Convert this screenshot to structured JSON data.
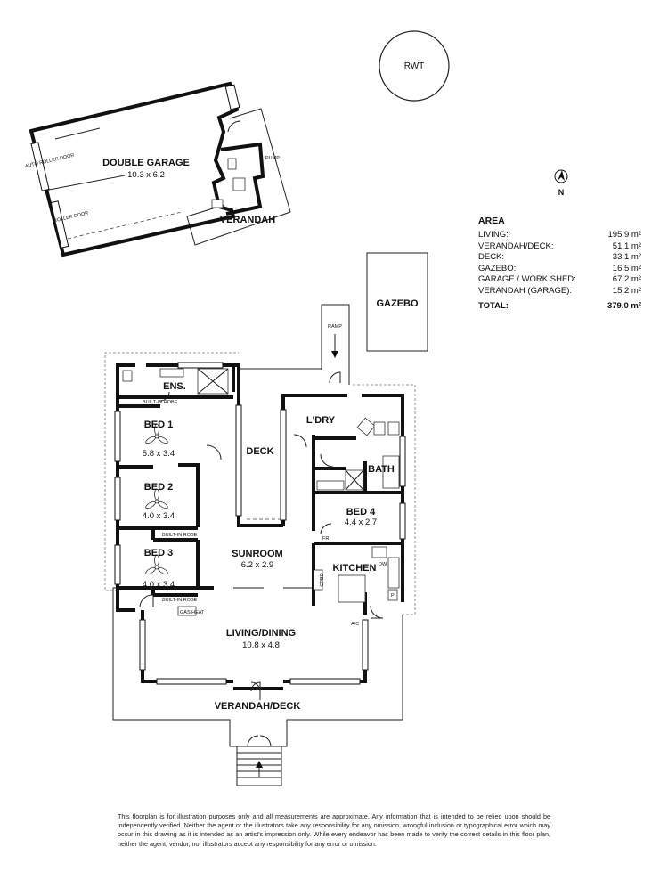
{
  "site": {
    "tank_label": "RWT",
    "north_label": "N"
  },
  "garage": {
    "name": "DOUBLE GARAGE",
    "size": "10.3 x 6.2",
    "verandah": "VERANDAH",
    "pump": "PUMP",
    "auto_roller_door": "AUTO ROLLER DOOR",
    "roller_door": "ROLLER DOOR"
  },
  "gazebo": {
    "name": "GAZEBO"
  },
  "ramp": {
    "name": "RAMP"
  },
  "rooms": {
    "ens": "ENS.",
    "built_in_robe": "BUILT-IN ROBE",
    "bed1": {
      "name": "BED 1",
      "size": "5.8 x 3.4"
    },
    "bed2": {
      "name": "BED 2",
      "size": "4.0 x 3.4"
    },
    "bed3": {
      "name": "BED 3",
      "size": "4.0 x 3.4"
    },
    "deck": "DECK",
    "ldry": "L'DRY",
    "bath": "BATH",
    "bed4": {
      "name": "BED 4",
      "size": "4.4 x 2.7"
    },
    "sunroom": {
      "name": "SUNROOM",
      "size": "6.2 x 2.9"
    },
    "kitchen": "KITCHEN",
    "living": {
      "name": "LIVING/DINING",
      "size": "10.8 x 4.8"
    },
    "verandah_deck": "VERANDAH/DECK",
    "fr": "FR",
    "cpbd": "CPBD",
    "dw": "DW",
    "p": "P",
    "ac": "A/C",
    "gas_heat": "GAS HEAT"
  },
  "area": {
    "heading": "AREA",
    "rows": [
      {
        "label": "LIVING:",
        "value": "195.9 m²"
      },
      {
        "label": "VERANDAH/DECK:",
        "value": "51.1 m²"
      },
      {
        "label": "DECK:",
        "value": "33.1 m²"
      },
      {
        "label": "GAZEBO:",
        "value": "16.5 m²"
      },
      {
        "label": "GARAGE / WORK SHED:",
        "value": "67.2 m²"
      },
      {
        "label": "VERANDAH (GARAGE):",
        "value": "15.2 m²"
      }
    ],
    "total": {
      "label": "TOTAL:",
      "value": "379.0 m²"
    }
  },
  "disclaimer": "This floorplan is for illustration purposes only and all measurements are approximate. Any information that is intended to be relied upon should be independently verified. Neither the agent or the illustrators take any responsibility for any omission, wrongful inclusion or typographical error which may occur in this drawing as it is intended as an artist's impression only. While every endeavor has been made to verify the correct details in this floor plan, neither the agent, vendor, nor illustrators accept any responsibility for any error or omission."
}
